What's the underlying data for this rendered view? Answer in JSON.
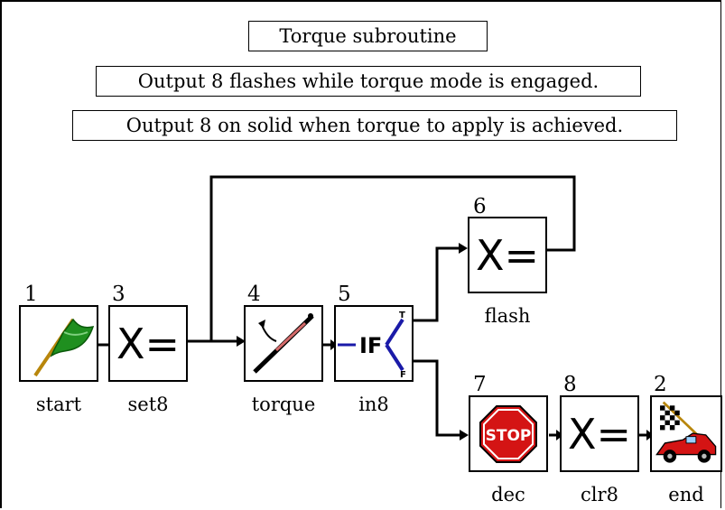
{
  "notes": {
    "title": "Torque subroutine",
    "line1": "Output 8 flashes while torque mode is engaged.",
    "line2": "Output 8 on solid when torque to apply is achieved."
  },
  "nodes": {
    "start": {
      "num": "1",
      "label": "start",
      "icon": "green-flag-icon"
    },
    "set8": {
      "num": "3",
      "label": "set8",
      "icon": "assign-icon",
      "glyph": "X="
    },
    "torque": {
      "num": "4",
      "label": "torque",
      "icon": "torque-wrench-icon"
    },
    "in8": {
      "num": "5",
      "label": "in8",
      "icon": "if-decision-icon",
      "if_text": "IF",
      "true_text": "T",
      "false_text": "F"
    },
    "flash": {
      "num": "6",
      "label": "flash",
      "icon": "assign-icon",
      "glyph": "X="
    },
    "dec": {
      "num": "7",
      "label": "dec",
      "icon": "stop-sign-icon",
      "stop_text": "STOP"
    },
    "clr8": {
      "num": "8",
      "label": "clr8",
      "icon": "assign-icon",
      "glyph": "X="
    },
    "end": {
      "num": "2",
      "label": "end",
      "icon": "checkered-flag-car-icon"
    }
  },
  "colors": {
    "flag_green": "#1f8f1f",
    "stop_red": "#d41414",
    "if_blue": "#1a1aa8",
    "car_red": "#d41414"
  }
}
